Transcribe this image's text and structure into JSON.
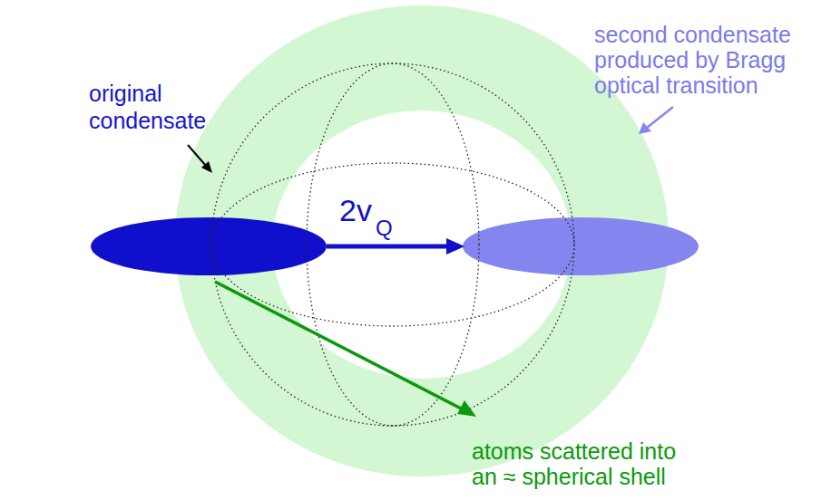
{
  "diagram": {
    "labels": [
      "original condensate",
      "2v",
      "Q",
      "second condensate produced by Bragg optical transition",
      "atoms scattered into an ≈ spherical shell"
    ]
  }
}
